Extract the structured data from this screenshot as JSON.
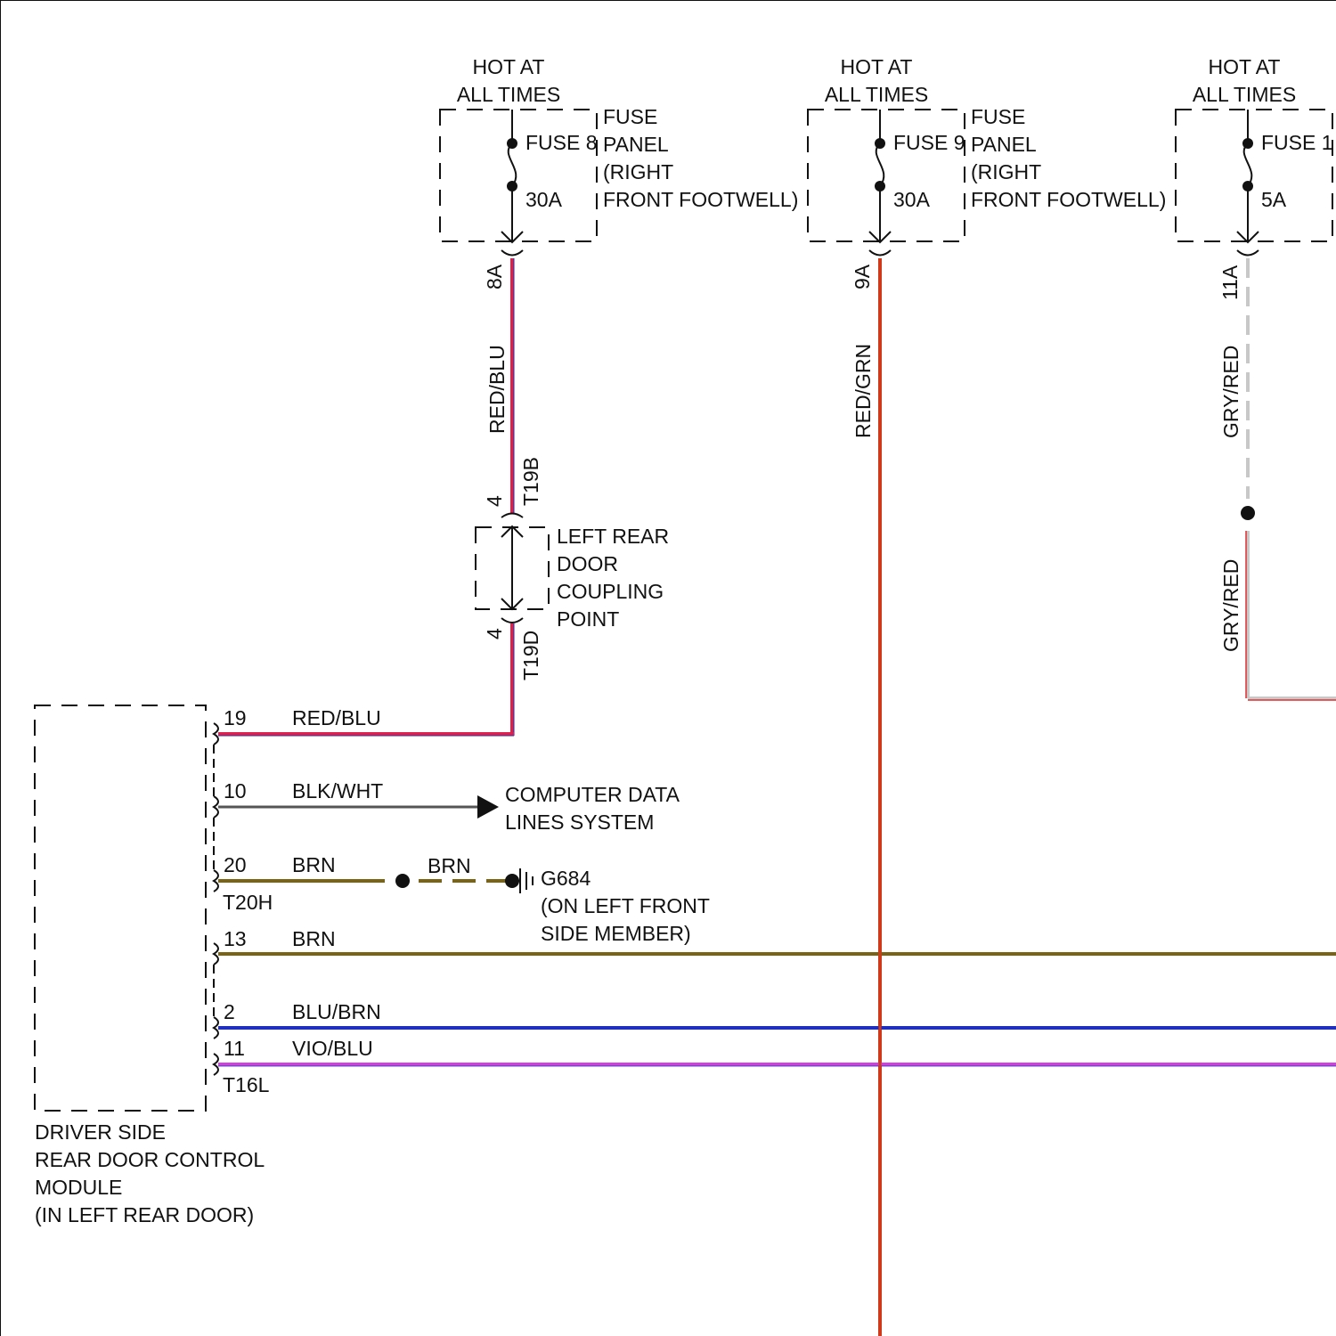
{
  "fuses": [
    {
      "hot_label_1": "HOT AT",
      "hot_label_2": "ALL TIMES",
      "name": "FUSE 8",
      "rating": "30A",
      "panel_1": "FUSE",
      "panel_2": "PANEL",
      "panel_3": "(RIGHT",
      "panel_4": "FRONT FOOTWELL)",
      "terminal": "8A",
      "wire_color_label": "RED/BLU"
    },
    {
      "hot_label_1": "HOT AT",
      "hot_label_2": "ALL TIMES",
      "name": "FUSE 9",
      "rating": "30A",
      "panel_1": "FUSE",
      "panel_2": "PANEL",
      "panel_3": "(RIGHT",
      "panel_4": "FRONT FOOTWELL)",
      "terminal": "9A",
      "wire_color_label": "RED/GRN"
    },
    {
      "hot_label_1": "HOT AT",
      "hot_label_2": "ALL TIMES",
      "name": "FUSE 1",
      "rating": "5A",
      "terminal": "11A",
      "wire_color_label_upper": "GRY/RED",
      "wire_color_label_lower": "GRY/RED"
    }
  ],
  "coupling": {
    "line_1": "LEFT REAR",
    "line_2": "DOOR",
    "line_3": "COUPLING",
    "line_4": "POINT",
    "top_pin": "4",
    "top_connector": "T19B",
    "bottom_pin": "4",
    "bottom_connector": "T19D"
  },
  "module": {
    "line_1": "DRIVER SIDE",
    "line_2": "REAR DOOR CONTROL",
    "line_3": "MODULE",
    "line_4": "(IN LEFT REAR DOOR)",
    "connector_a": "T20H",
    "connector_b": "T16L",
    "pins": [
      {
        "pin": "19",
        "wire": "RED/BLU"
      },
      {
        "pin": "10",
        "wire": "BLK/WHT"
      },
      {
        "pin": "20",
        "wire": "BRN"
      },
      {
        "pin": "13",
        "wire": "BRN"
      },
      {
        "pin": "2",
        "wire": "BLU/BRN"
      },
      {
        "pin": "11",
        "wire": "VIO/BLU"
      }
    ]
  },
  "data_lines": {
    "line_1": "COMPUTER DATA",
    "line_2": "LINES SYSTEM"
  },
  "ground": {
    "wire": "BRN",
    "name": "G684",
    "line_2": "(ON LEFT FRONT",
    "line_3": "SIDE MEMBER)"
  },
  "wire_colors": {
    "red_blu": "#e0204a",
    "red_blu_stripe": "#2233aa",
    "red_grn": "#d03a1a",
    "gry_red": "#c8c8c8",
    "gry_red_stripe": "#e03030",
    "blk_wht": "#555555",
    "brn": "#7a6414",
    "blu_brn": "#1f2fc0",
    "vio_blu": "#d040e0"
  }
}
